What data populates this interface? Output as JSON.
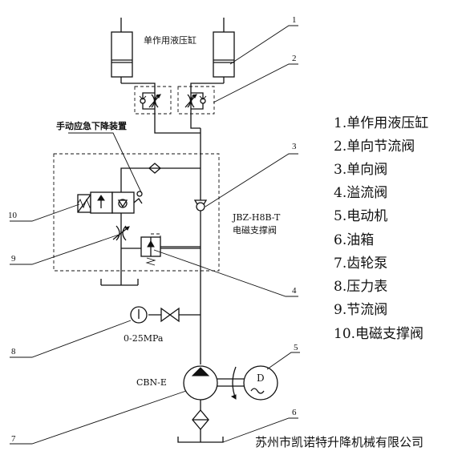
{
  "labels": {
    "cylinder": "单作用液压缸",
    "manual_lowering": "手动应急下降装置",
    "valve_model": "JBZ-H8B-T",
    "valve_name": "电磁支撑阀",
    "gauge_range": "0-25MPa",
    "pump_model": "CBN-E",
    "motor": "D",
    "company": "苏州市凯诺特升降机械有限公司"
  },
  "callouts": [
    "1",
    "2",
    "3",
    "4",
    "5",
    "6",
    "7",
    "8",
    "9",
    "10"
  ],
  "legend": [
    "1.单作用液压缸",
    "2.单向节流阀",
    "3.单向阀",
    "4.溢流阀",
    "5.电动机",
    "6.油箱",
    "7.齿轮泵",
    "8.压力表",
    "9.节流阀",
    "10.电磁支撑阀"
  ]
}
